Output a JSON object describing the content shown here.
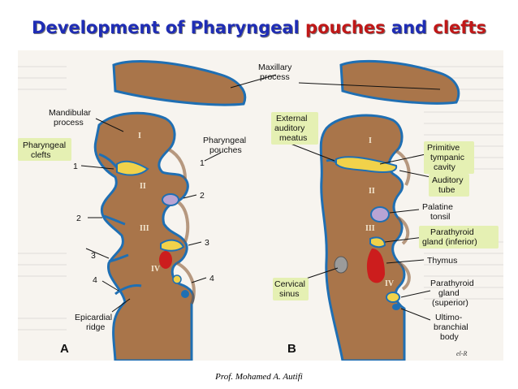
{
  "title": {
    "part1": "Development of Pharyngeal",
    "part2": "pouches",
    "part3": "and",
    "part4": "clefts"
  },
  "colors": {
    "tissue": "#a9754a",
    "tissue_dark": "#8b5a34",
    "epithelium": "#1f6fb3",
    "highlight_label": "#e5f0b3",
    "tonsil": "#b8a4d4",
    "thymus": "#cc1d1d",
    "parathyroid": "#f1d24a"
  },
  "figure": {
    "panel_a_letter": "A",
    "panel_b_letter": "B",
    "signature": "el-R",
    "arches_a": [
      "I",
      "II",
      "III",
      "IV"
    ],
    "arches_b": [
      "I",
      "II",
      "III",
      "IV"
    ],
    "labels_a": {
      "maxillary_process_line1": "Maxillary",
      "maxillary_process_line2": "process",
      "mandibular_process_line1": "Mandibular",
      "mandibular_process_line2": "process",
      "pharyngeal_clefts_line1": "Pharyngeal",
      "pharyngeal_clefts_line2": "clefts",
      "pharyngeal_pouches_line1": "Pharyngeal",
      "pharyngeal_pouches_line2": "pouches",
      "epicardial_ridge_line1": "Epicardial",
      "epicardial_ridge_line2": "ridge",
      "cleft_numbers": [
        "1",
        "2",
        "3",
        "4"
      ],
      "pouch_numbers": [
        "1",
        "2",
        "3",
        "4"
      ]
    },
    "labels_b": {
      "external_auditory_meatus": [
        "External",
        "auditory",
        "meatus"
      ],
      "primitive_tympanic_cavity": [
        "Primitive",
        "tympanic",
        "cavity"
      ],
      "auditory_tube": [
        "Auditory",
        "tube"
      ],
      "palatine_tonsil": [
        "Palatine",
        "tonsil"
      ],
      "parathyroid_inferior": [
        "Parathyroid",
        "gland (inferior)"
      ],
      "thymus": "Thymus",
      "cervical_sinus": [
        "Cervical",
        "sinus"
      ],
      "parathyroid_superior": [
        "Parathyroid",
        "gland",
        "(superior)"
      ],
      "ultimobranchial_body": [
        "Ultimo-",
        "branchial",
        "body"
      ]
    }
  },
  "credit": "Prof. Mohamed A. Autifi"
}
